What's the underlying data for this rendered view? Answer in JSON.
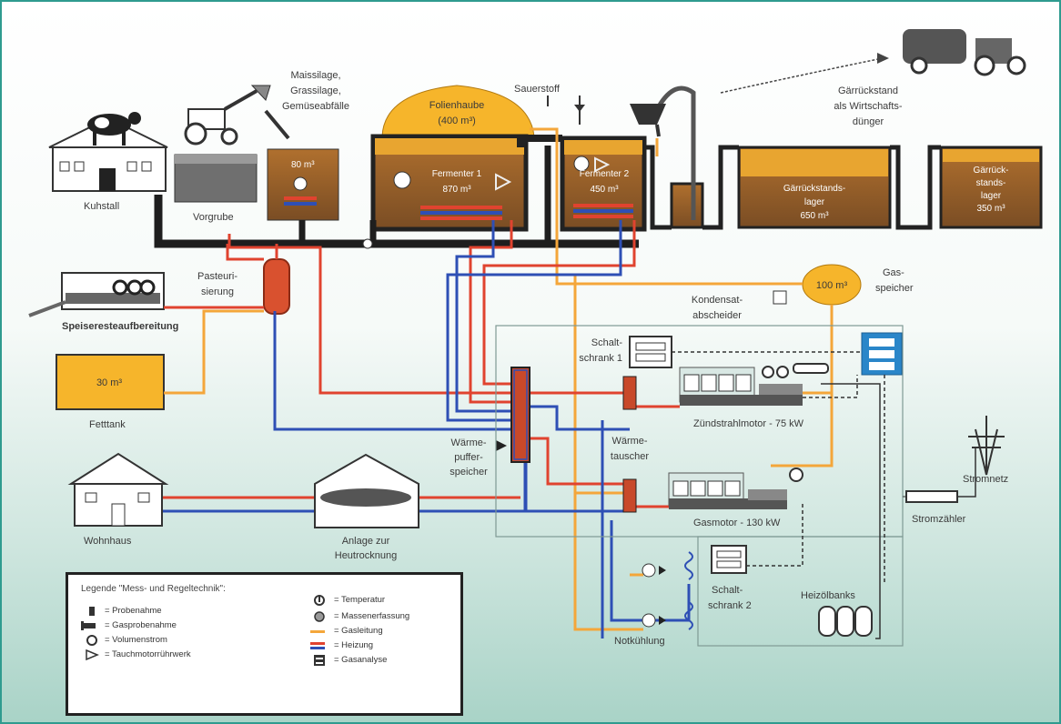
{
  "labels": {
    "kuhstall": "Kuhstall",
    "vorgrube": "Vorgrube",
    "silage": [
      "Maissilage,",
      "Grassilage,",
      "Gemüseabfälle"
    ],
    "vorbehaelter_volume": "80 m³",
    "foliehaube": [
      "Folienhaube",
      "(400 m³)"
    ],
    "sauerstoff": "Sauerstoff",
    "fermenter1": [
      "Fermenter 1",
      "870 m³"
    ],
    "fermenter2": [
      "Fermenter 2",
      "450 m³"
    ],
    "gaerrueckstand": [
      "Gärrückstand",
      "als Wirtschafts-",
      "dünger"
    ],
    "gaerrestlager1": [
      "Gärrückstands-",
      "lager",
      "650 m³"
    ],
    "gaerrestlager2": [
      "Gärrück-",
      "stands-",
      "lager",
      "350 m³"
    ],
    "pasteurisierung": [
      "Pasteuri-",
      "sierung"
    ],
    "speisereste": "Speiseresteaufbereitung",
    "fetttank_volume": "30 m³",
    "fetttank": "Fetttank",
    "gasspeicher_volume": "100 m³",
    "gasspeicher": [
      "Gas-",
      "speicher"
    ],
    "kondensat": [
      "Kondensat-",
      "abscheider"
    ],
    "schaltschrank1": [
      "Schalt-",
      "schrank 1"
    ],
    "schaltschrank2": [
      "Schalt-",
      "schrank 2"
    ],
    "zuendstrahl": "Zündstrahlmotor - 75 kW",
    "gasmotor": "Gasmotor - 130 kW",
    "waermepuffer": [
      "Wärme-",
      "puffer-",
      "speicher"
    ],
    "waermetauscher": [
      "Wärme-",
      "tauscher"
    ],
    "wohnhaus": "Wohnhaus",
    "heutrocknung": [
      "Anlage zur",
      "Heutrocknung"
    ],
    "notkuehlung": "Notkühlung",
    "heizoelbank": "Heizölbanks",
    "stromnetz": "Stromnetz",
    "stromzaehler": "Stromzähler"
  },
  "legend": {
    "title": "Legende \"Mess- und Regeltechnik\":",
    "left": [
      "= Probenahme",
      "= Gasprobenahme",
      "= Volumenstrom",
      "= Tauchmotorrührwerk"
    ],
    "right": [
      "= Temperatur",
      "= Massenerfassung",
      "= Gasleitung",
      "= Heizung",
      "= Gasanalyse"
    ]
  },
  "colors": {
    "gas": "#f4a63a",
    "heating_hot": "#e0432f",
    "heating_cold": "#2e4fb5",
    "substrate": "#1e1e1e",
    "tank": "#8a5a2b",
    "tank_top": "#e8a530",
    "yellow": "#f6b52b",
    "border": "#2f9b8f"
  }
}
